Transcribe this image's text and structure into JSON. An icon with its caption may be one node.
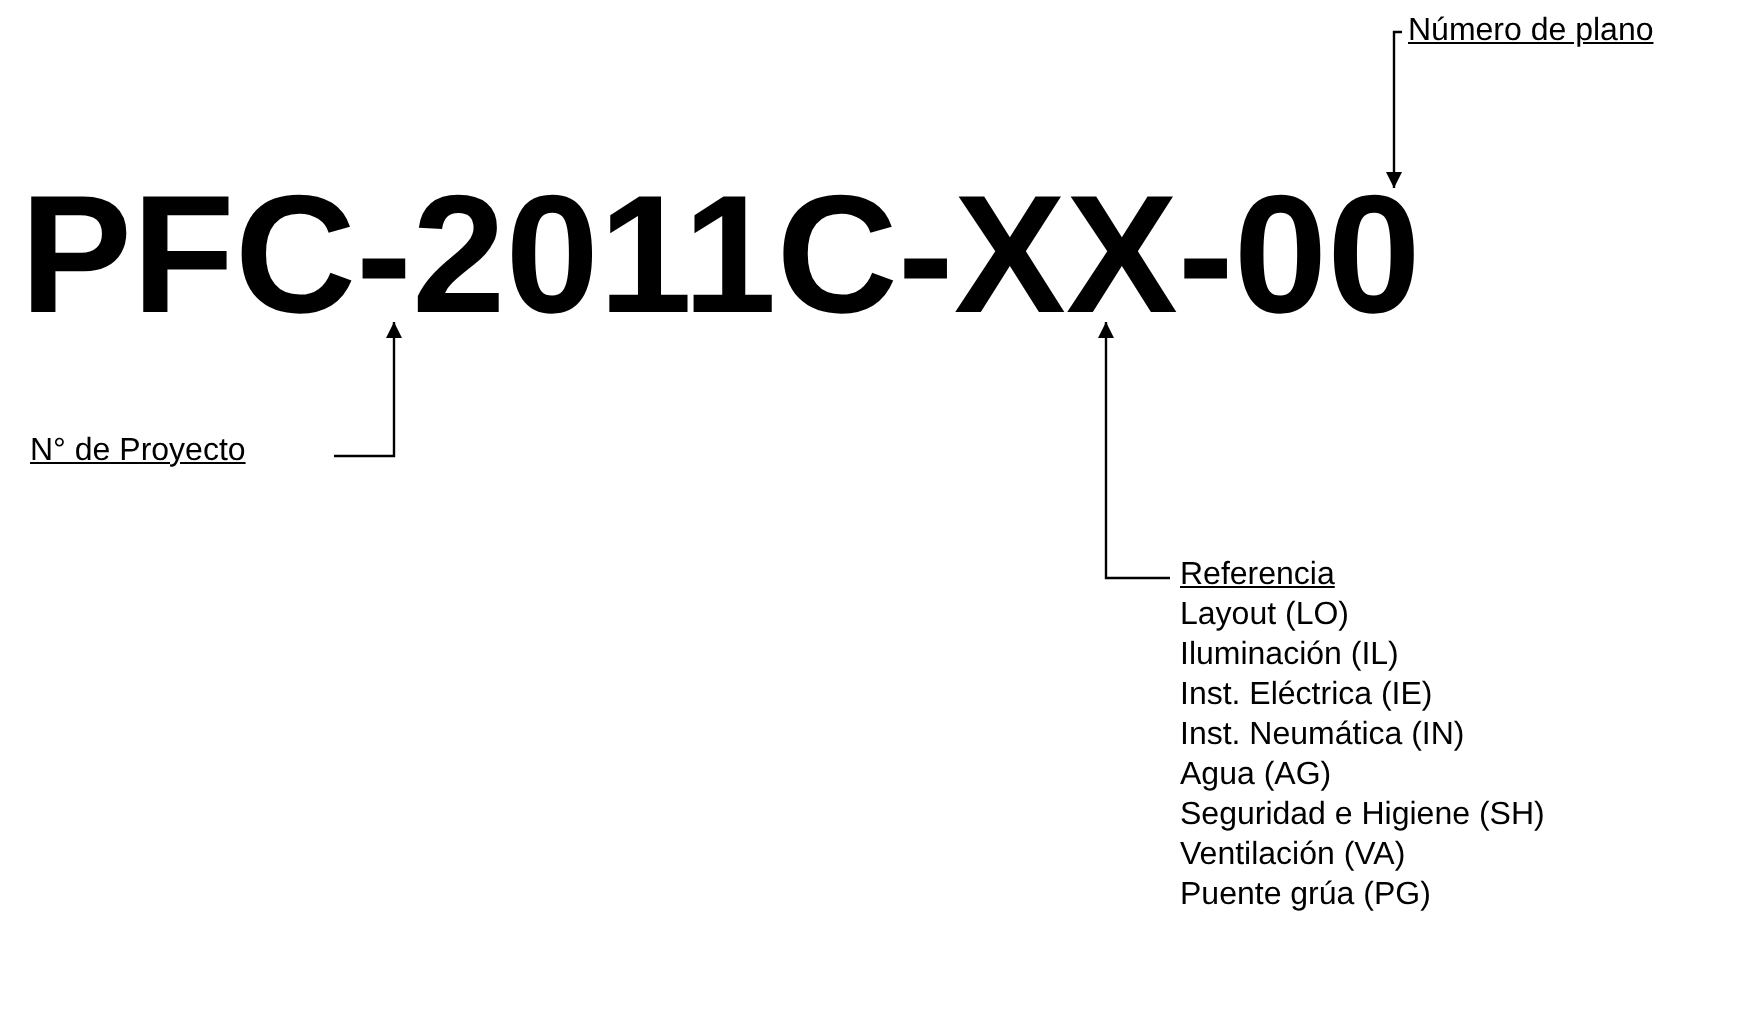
{
  "diagram": {
    "nodes": [
      {
        "text": [
          "PFC-2011C-XX-00"
        ]
      },
      {
        "text": [
          "Número de plano"
        ]
      },
      {
        "text": [
          "N° de Proyecto"
        ]
      },
      {
        "text": [
          "Referencia",
          "Layout (LO)",
          "Iluminación (IL)",
          "Inst. Eléctrica (IE)",
          "Inst. Neumática (IN)",
          "Agua (AG)",
          "Seguridad e Higiene (SH)",
          "Ventilación (VA)",
          "Puente grúa (PG)"
        ]
      }
    ],
    "edges": [
      {
        "from": 1,
        "to": 0,
        "arrow": "to"
      },
      {
        "from": 2,
        "to": 0,
        "arrow": "to"
      },
      {
        "from": 3,
        "to": 0,
        "arrow": "to"
      }
    ]
  }
}
